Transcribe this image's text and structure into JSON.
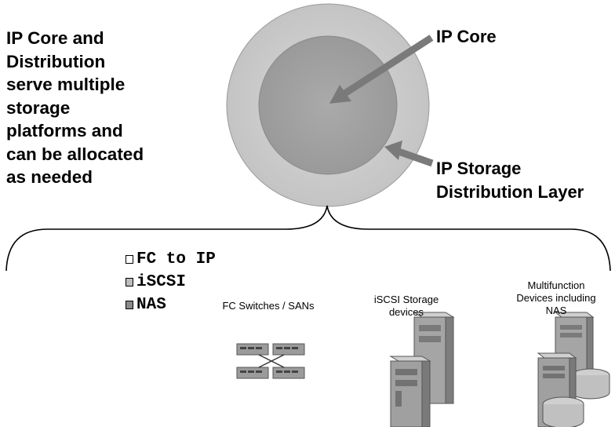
{
  "intro_text": "IP Core and\nDistribution\nserve multiple\nstorage\nplatforms and\ncan be allocated\nas needed",
  "core_label": "IP Core",
  "distribution_label_line1": "IP Storage",
  "distribution_label_line2": "Distribution Layer",
  "protocols": [
    {
      "label": "FC to IP",
      "marker_color": "#ffffff"
    },
    {
      "label": "iSCSI",
      "marker_color": "#bdbdbd"
    },
    {
      "label": "NAS",
      "marker_color": "#8a8a8a"
    }
  ],
  "device_groups": [
    {
      "label": "FC Switches / SANs",
      "icon": "switch-icon"
    },
    {
      "label": "iSCSI Storage devices",
      "line1": "iSCSI Storage",
      "line2": "devices",
      "icon": "server-tower-icon"
    },
    {
      "label": "Multifunction Devices including NAS",
      "line1": "Multifunction",
      "line2": "Devices including",
      "line3": "NAS",
      "icon": "nas-server-icon"
    }
  ],
  "colors": {
    "outer_ring": "#c8c8c8",
    "inner_core": "#a0a0a0",
    "arrow": "#7a7a7a"
  }
}
